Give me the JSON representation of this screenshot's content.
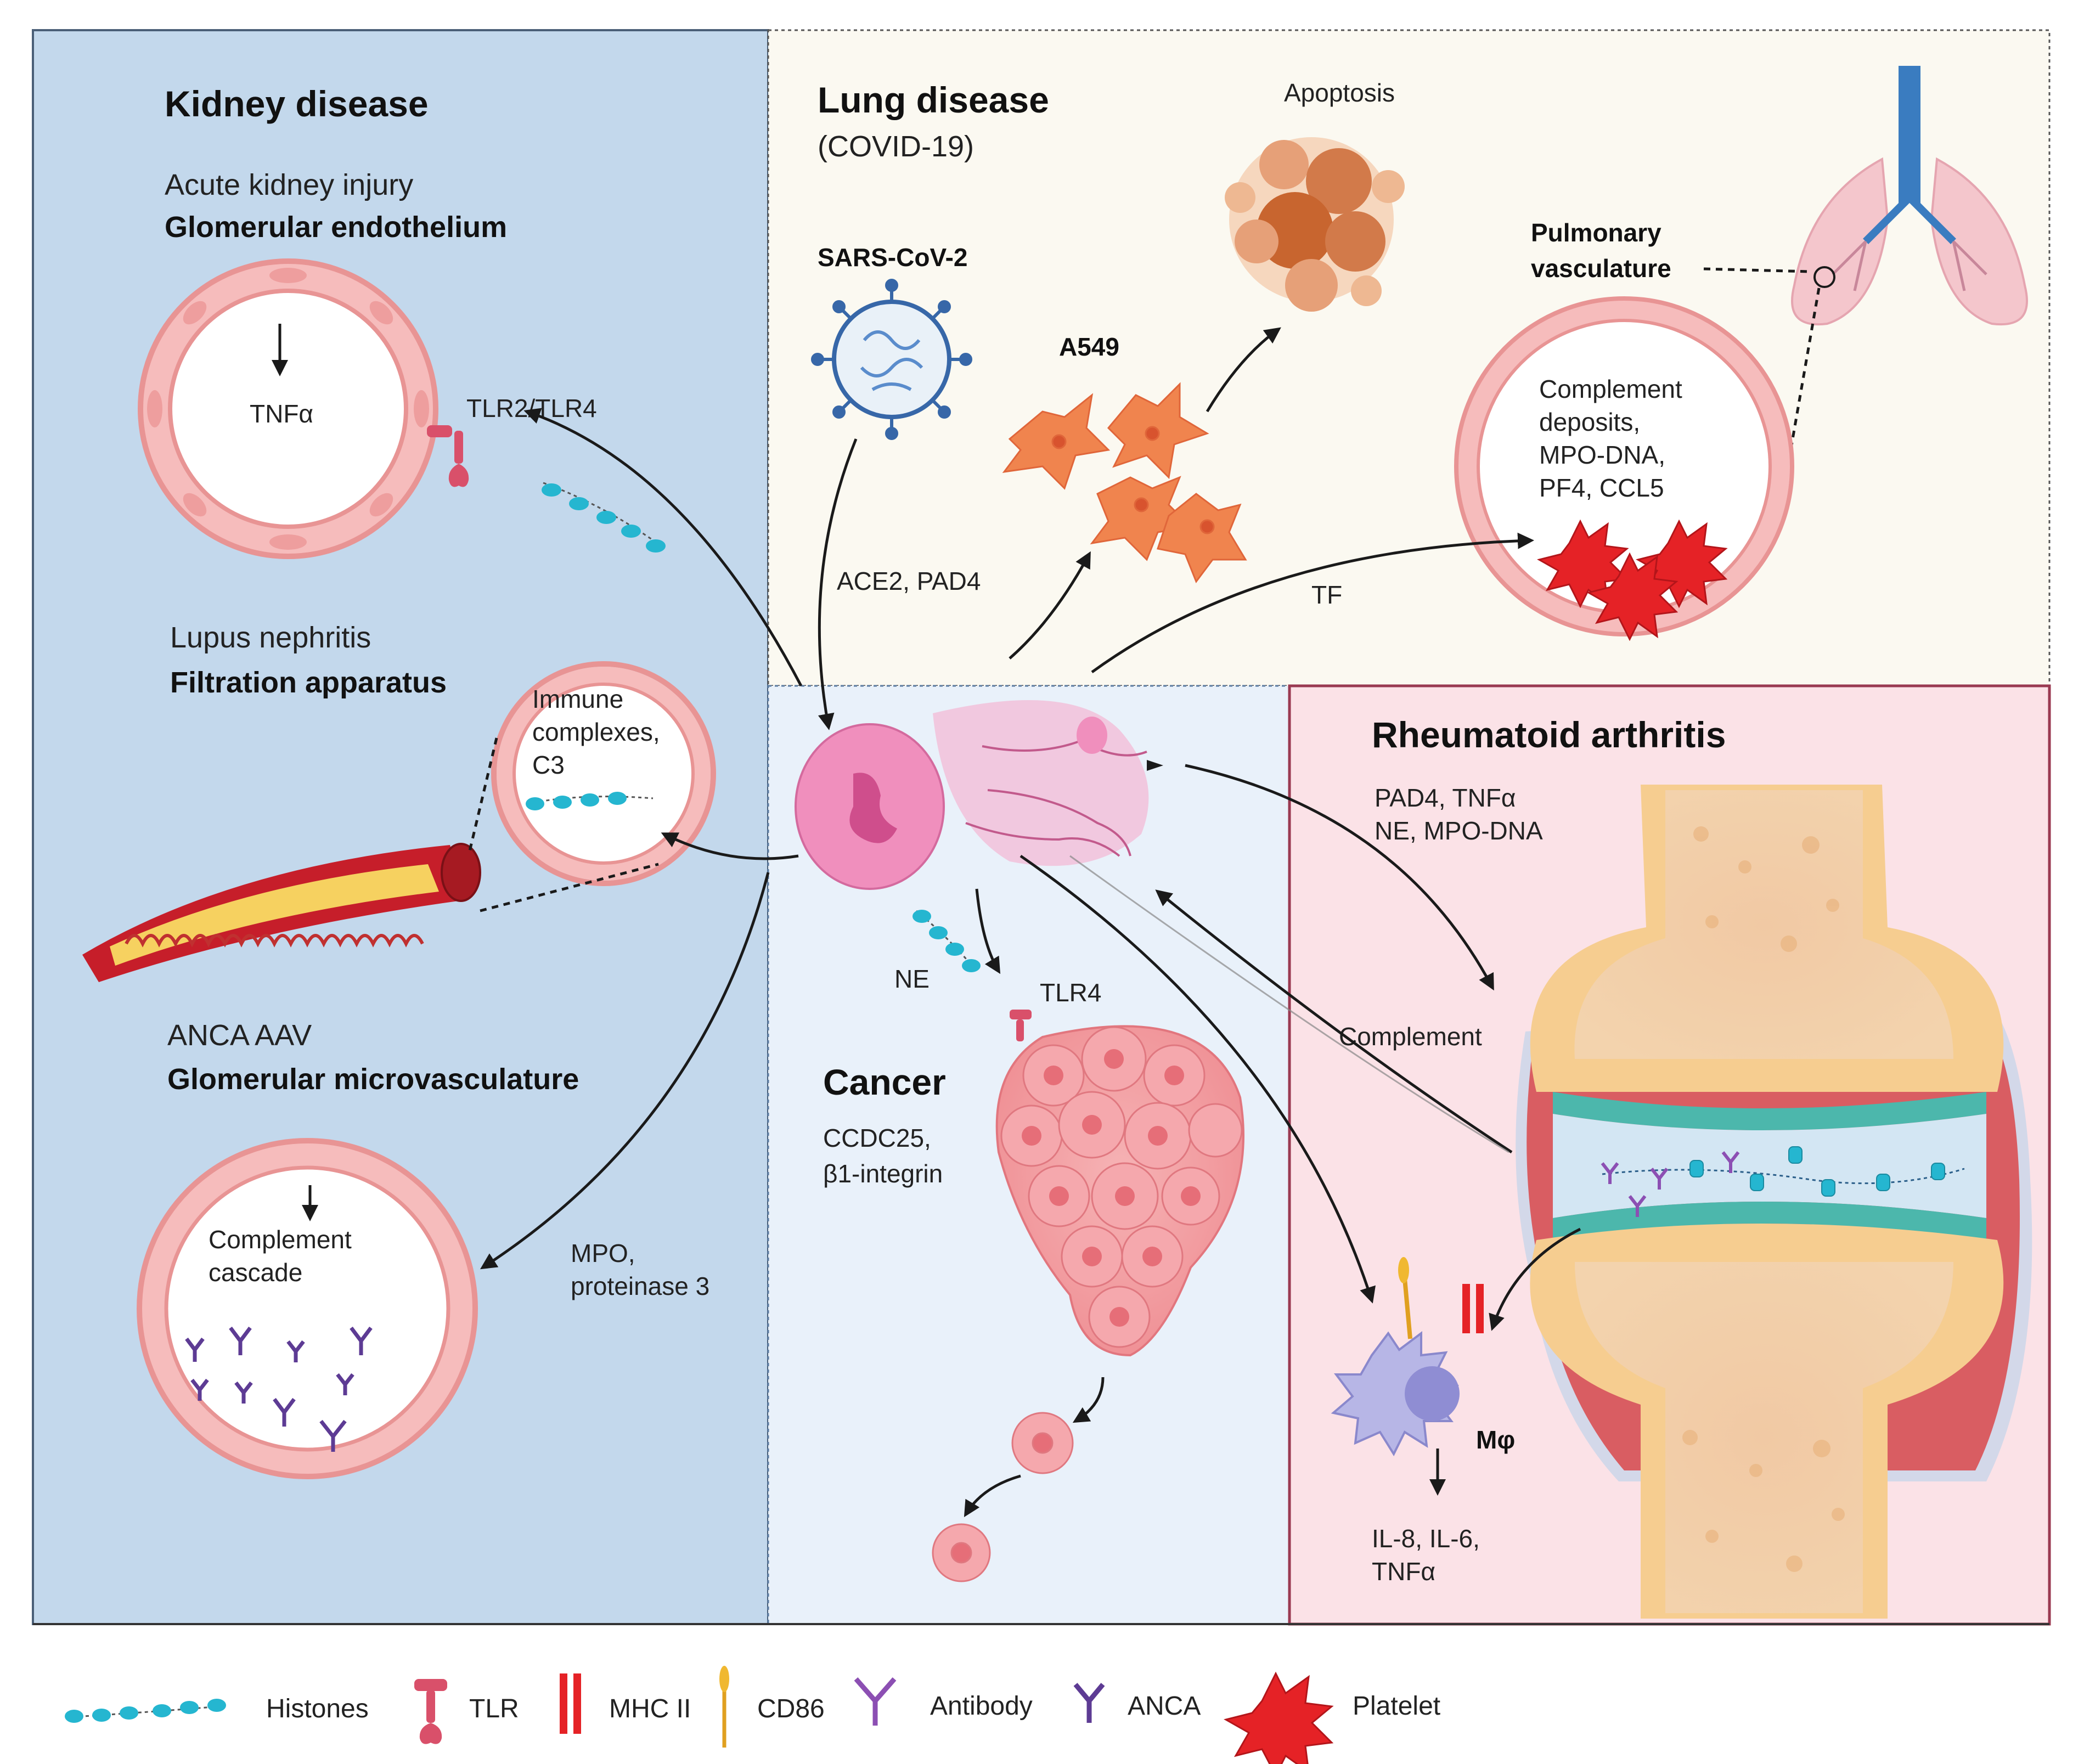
{
  "kidney": {
    "title": "Kidney disease",
    "aki": {
      "name": "Acute kidney injury",
      "site": "Glomerular endothelium",
      "cytokine": "TNFα",
      "receptor": "TLR2/TLR4"
    },
    "lupus": {
      "name": "Lupus nephritis",
      "site": "Filtration apparatus",
      "deposit_line1": "Immune",
      "deposit_line2": "complexes,",
      "deposit_line3": "C3"
    },
    "anca": {
      "name": "ANCA AAV",
      "site": "Glomerular microvasculature",
      "cascade_line1": "Complement",
      "cascade_line2": "cascade",
      "mpo_line1": "MPO,",
      "mpo_line2": "proteinase 3"
    }
  },
  "lung": {
    "title": "Lung disease",
    "subtitle": "(COVID-19)",
    "virus": "SARS-CoV-2",
    "apoptosis": "Apoptosis",
    "cell_line": "A549",
    "pulmonary_line1": "Pulmonary",
    "pulmonary_line2": "vasculature",
    "deposits": [
      "Complement",
      "deposits,",
      "MPO-DNA,",
      "PF4, CCL5"
    ],
    "ace2": "ACE2, PAD4",
    "tf": "TF"
  },
  "cancer": {
    "title": "Cancer",
    "ne": "NE",
    "tlr4": "TLR4",
    "factor_line1": "CCDC25,",
    "factor_line2": "β1-integrin"
  },
  "ra": {
    "title": "Rheumatoid arthritis",
    "factors_line1": "PAD4, TNFα",
    "factors_line2": "NE, MPO-DNA",
    "complement": "Complement",
    "macrophage": "Mφ",
    "cytokines_line1": "IL-8, IL-6,",
    "cytokines_line2": "TNFα"
  },
  "legend": {
    "histones": "Histones",
    "tlr": "TLR",
    "mhc": "MHC II",
    "cd86": "CD86",
    "antibody": "Antibody",
    "anca": "ANCA",
    "platelet": "Platelet"
  },
  "colors": {
    "kidney_bg": "#c3d8ec",
    "lung_bg": "#fbf9f1",
    "cancer_bg": "#e9f1fa",
    "ra_bg": "#fbe2e7",
    "vessel": "#f2a5a5",
    "vessel_cell": "#f8c7c4",
    "platelet": "#e52226",
    "histone": "#25b6d0",
    "antibody": "#8c4fb3",
    "anca": "#5d3b94"
  }
}
